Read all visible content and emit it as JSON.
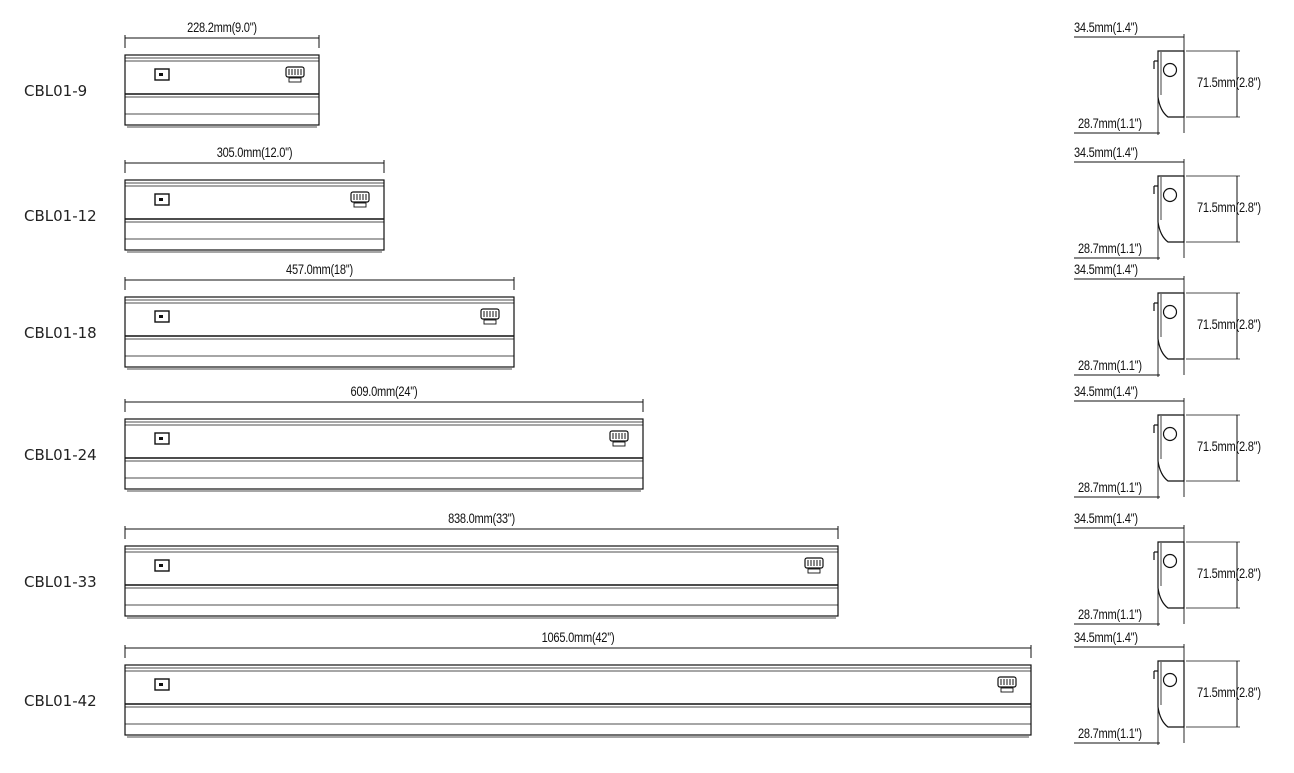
{
  "fixtures": [
    {
      "model": "CBL01-9",
      "length_label": "228.2mm(9.0\")",
      "length_mm": 228.2
    },
    {
      "model": "CBL01-12",
      "length_label": "305.0mm(12.0'')",
      "length_mm": 305.0
    },
    {
      "model": "CBL01-18",
      "length_label": "457.0mm(18'')",
      "length_mm": 457.0
    },
    {
      "model": "CBL01-24",
      "length_label": "609.0mm(24'')",
      "length_mm": 609.0
    },
    {
      "model": "CBL01-33",
      "length_label": "838.0mm(33\")",
      "length_mm": 838.0
    },
    {
      "model": "CBL01-42",
      "length_label": "1065.0mm(42'')",
      "length_mm": 1065.0
    }
  ],
  "profile": {
    "top_width_label": "34.5mm(1.4'')",
    "height_label": "71.5mm(2.8'')",
    "bottom_width_label": "28.7mm(1.1'')"
  }
}
